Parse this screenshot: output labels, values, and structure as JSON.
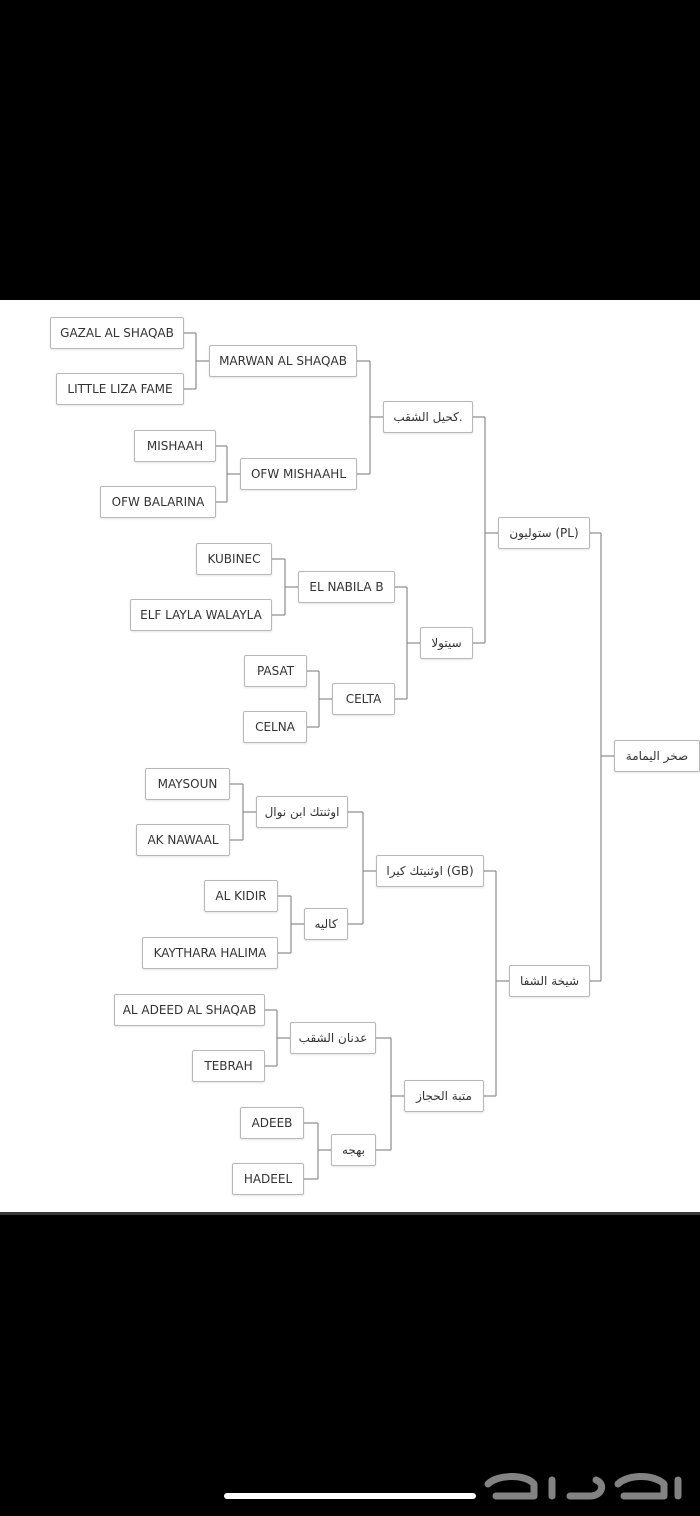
{
  "pedigree": {
    "subject": "صخر اليمامة",
    "sire": "ستوليون (PL)",
    "dam": "شيخة الشفا",
    "sire_sire": "كحيل الشقب.",
    "sire_dam": "سيتولا",
    "dam_sire": "اوثنيتك كيرا (GB)",
    "dam_dam": "متبة الحجاز",
    "g3": {
      "ss_s": "MARWAN AL SHAQAB",
      "ss_d": "OFW MISHAAHL",
      "sd_s": "EL NABILA B",
      "sd_d": "CELTA",
      "ds_s": "اوثنتك ابن نوال",
      "ds_d": "كاليه",
      "dd_s": "عدنان الشقب",
      "dd_d": "بهجه"
    },
    "g4": {
      "a1": "GAZAL AL SHAQAB",
      "a2": "LITTLE LIZA FAME",
      "a3": "MISHAAH",
      "a4": "OFW BALARINA",
      "a5": "KUBINEC",
      "a6": "ELF LAYLA WALAYLA",
      "a7": "PASAT",
      "a8": "CELNA",
      "a9": "MAYSOUN",
      "a10": "AK NAWAAL",
      "a11": "AL KIDIR",
      "a12": "KAYTHARA HALIMA",
      "a13": "AL ADEED AL SHAQAB",
      "a14": "TEBRAH",
      "a15": "ADEEB",
      "a16": "HADEEL"
    }
  },
  "colors": {
    "background_outer": "#000000",
    "canvas": "#ffffff",
    "node_border": "#b8b8b8",
    "connector": "#8c8c8c"
  }
}
